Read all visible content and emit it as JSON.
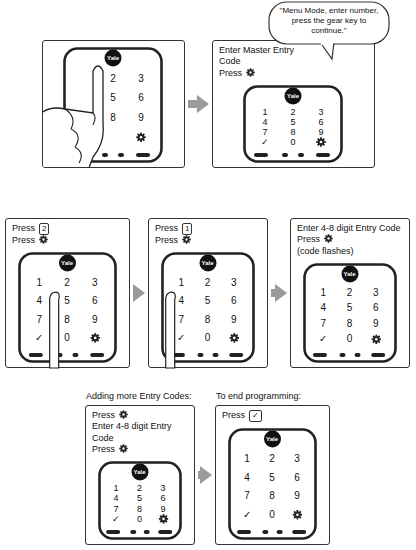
{
  "diagram": {
    "nodes": [
      {
        "text": [
          "Yale",
          "2",
          "3",
          "5",
          "6",
          "8",
          "9"
        ]
      },
      {
        "text": [
          "Enter Master Entry Code",
          "Press",
          "Yale",
          "1",
          "2",
          "3",
          "4",
          "5",
          "6",
          "7",
          "8",
          "9",
          "✓",
          "0"
        ]
      },
      {
        "text": [
          "\"Menu Mode, enter number, press the gear key to continue.\""
        ]
      },
      {
        "text": [
          "Press",
          "2",
          "Press",
          "Yale",
          "1",
          "2",
          "3",
          "4",
          "5",
          "6",
          "7",
          "8",
          "9",
          "✓",
          "0"
        ]
      },
      {
        "text": [
          "Press",
          "1",
          "Press",
          "Yale",
          "1",
          "2",
          "3",
          "4",
          "5",
          "6",
          "7",
          "8",
          "9",
          "✓",
          "0"
        ]
      },
      {
        "text": [
          "Enter 4-8 digit Entry Code",
          "Press",
          "(code flashes)",
          "Yale",
          "1",
          "2",
          "3",
          "4",
          "5",
          "6",
          "7",
          "8",
          "9",
          "✓",
          "0"
        ]
      },
      {
        "text": [
          "Adding more Entry Codes:",
          "Press",
          "Enter 4-8 digit Entry Code",
          "Press",
          "Yale",
          "1",
          "2",
          "3",
          "4",
          "5",
          "6",
          "7",
          "8",
          "9",
          "✓",
          "0"
        ]
      },
      {
        "text": [
          "To end programming:",
          "Press",
          "✓",
          "Yale",
          "1",
          "2",
          "3",
          "4",
          "5",
          "6",
          "7",
          "8",
          "9",
          "✓",
          "0"
        ]
      }
    ],
    "edges": [
      {
        "from": 0,
        "to": 1,
        "arrow": "to"
      },
      {
        "from": 3,
        "to": 4,
        "arrow": "to"
      },
      {
        "from": 4,
        "to": 5,
        "arrow": "to"
      },
      {
        "from": 6,
        "to": 7,
        "arrow": "to"
      }
    ]
  }
}
